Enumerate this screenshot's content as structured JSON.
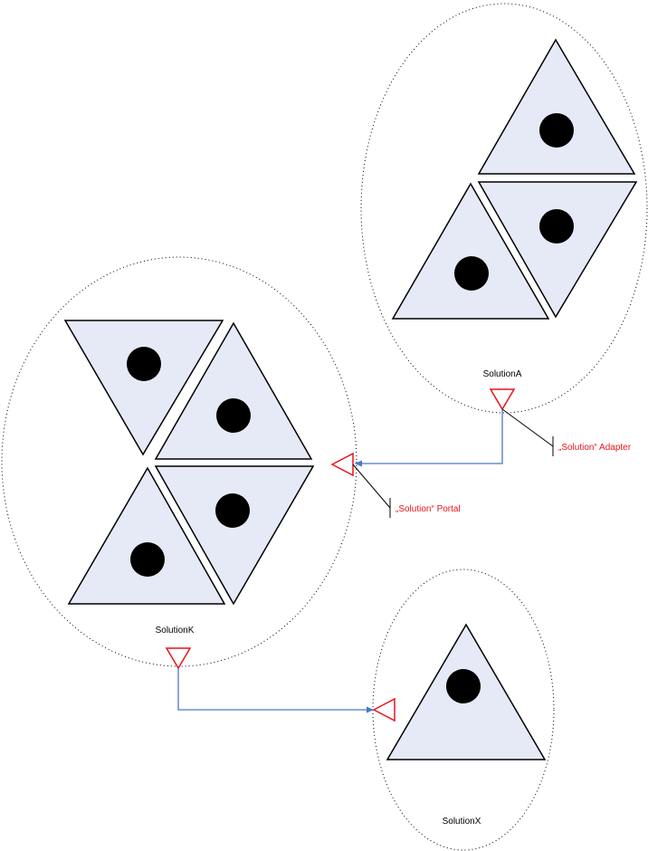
{
  "solutions": {
    "a": {
      "label": "SolutionA"
    },
    "k": {
      "label": "SolutionK"
    },
    "x": {
      "label": "SolutionX"
    }
  },
  "callouts": {
    "adapter": "„Solution“ Adapter",
    "portal": "„Solution“ Portal"
  },
  "colors": {
    "component_fill": "#e6eaf7",
    "port_stroke": "#e8141b",
    "connection_line": "#4a78c8",
    "callout_text": "#e8141b"
  }
}
